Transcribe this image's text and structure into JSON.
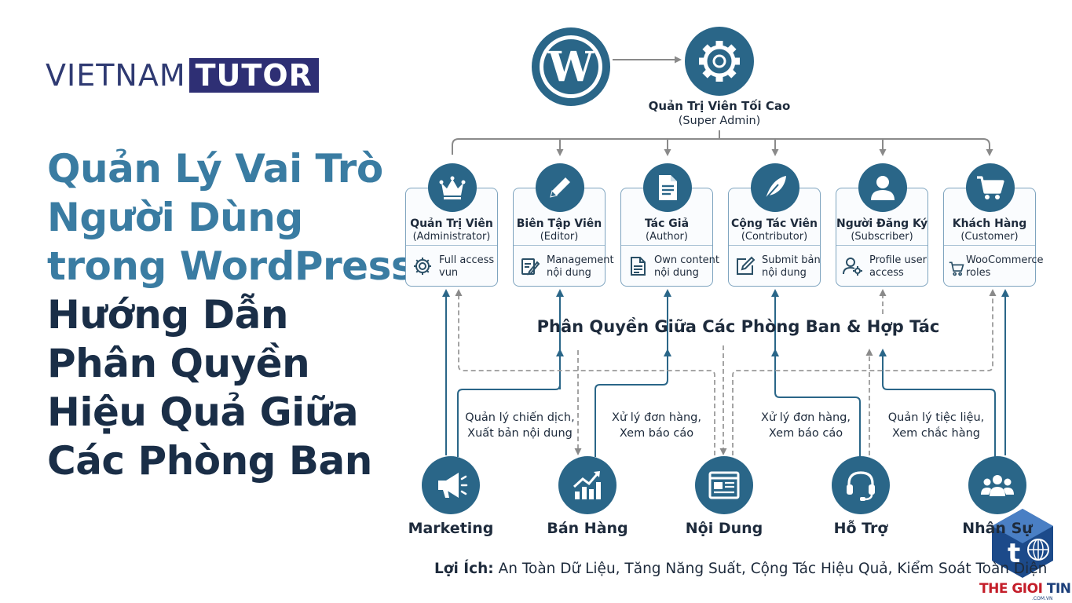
{
  "logo": {
    "word1": "VIETNAM",
    "word2": "TUTOR"
  },
  "headline": {
    "line1": "Quản Lý Vai Trò",
    "line2": "Người Dùng",
    "line3": "trong WordPress:",
    "line4": "Hướng Dẫn",
    "line5": "Phân Quyền",
    "line6": "Hiệu Quả Giữa",
    "line7": "Các Phòng Ban"
  },
  "super_admin": {
    "name": "Quản Trị Viên Tối Cao",
    "sub": "(Super Admin)",
    "icon": "gear-icon"
  },
  "roles": [
    {
      "title": "Quản Trị Viên",
      "sub": "(Administrator)",
      "desc1": "Full access",
      "desc2": "vun",
      "icon": "crown-icon",
      "feature_icon": "gear-icon"
    },
    {
      "title": "Biên Tập Viên",
      "sub": "(Editor)",
      "desc1": "Management",
      "desc2": "nội dung",
      "icon": "pencil-icon",
      "feature_icon": "edit-doc-icon"
    },
    {
      "title": "Tác Giả",
      "sub": "(Author)",
      "desc1": "Own content",
      "desc2": "nội dung",
      "icon": "document-icon",
      "feature_icon": "document-icon"
    },
    {
      "title": "Cộng Tác Viên",
      "sub": "(Contributor)",
      "desc1": "Submit bản",
      "desc2": "nội dung",
      "icon": "feather-icon",
      "feature_icon": "edit-icon"
    },
    {
      "title": "Người Đăng Ký",
      "sub": "(Subscriber)",
      "desc1": "Profile user",
      "desc2": "access",
      "icon": "user-icon",
      "feature_icon": "user-gear-icon"
    },
    {
      "title": "Khách Hàng",
      "sub": "(Customer)",
      "desc1": "WooCommerce",
      "desc2": "roles",
      "icon": "cart-icon",
      "feature_icon": "cart-icon"
    }
  ],
  "section_title": "Phân Quyền Giữa Các Phòng Ban & Hợp Tác",
  "flows": [
    {
      "line1": "Quản lý chiến dịch,",
      "line2": "Xuất bản nội dung"
    },
    {
      "line1": "Xử lý đơn hàng,",
      "line2": "Xem báo cáo"
    },
    {
      "line1": "Xử lý đơn hàng,",
      "line2": "Xem báo cáo"
    },
    {
      "line1": "Quản lý tiệc liệu,",
      "line2": "Xem chắc hàng"
    }
  ],
  "departments": [
    {
      "label": "Marketing",
      "icon": "megaphone-icon"
    },
    {
      "label": "Bán Hàng",
      "icon": "growth-chart-icon"
    },
    {
      "label": "Nội Dung",
      "icon": "browser-window-icon"
    },
    {
      "label": "Hỗ Trợ",
      "icon": "headset-icon"
    },
    {
      "label": "Nhân Sự",
      "icon": "team-icon"
    }
  ],
  "benefits": {
    "label": "Lợi Ích:",
    "text": " An Toàn Dữ Liệu, Tăng Năng Suất, Cộng Tác Hiệu Quả, Kiểm Soát Toàn Diện"
  },
  "watermark": {
    "part1": "THE GIOI ",
    "part2": "TINHOC",
    "small": ".COM.VN"
  },
  "colors": {
    "primary": "#2a6688",
    "headline_blue": "#3a7ca2",
    "headline_dark": "#1a2e47",
    "logo_navy": "#2e2f74",
    "connector": "#8a8a8a"
  }
}
